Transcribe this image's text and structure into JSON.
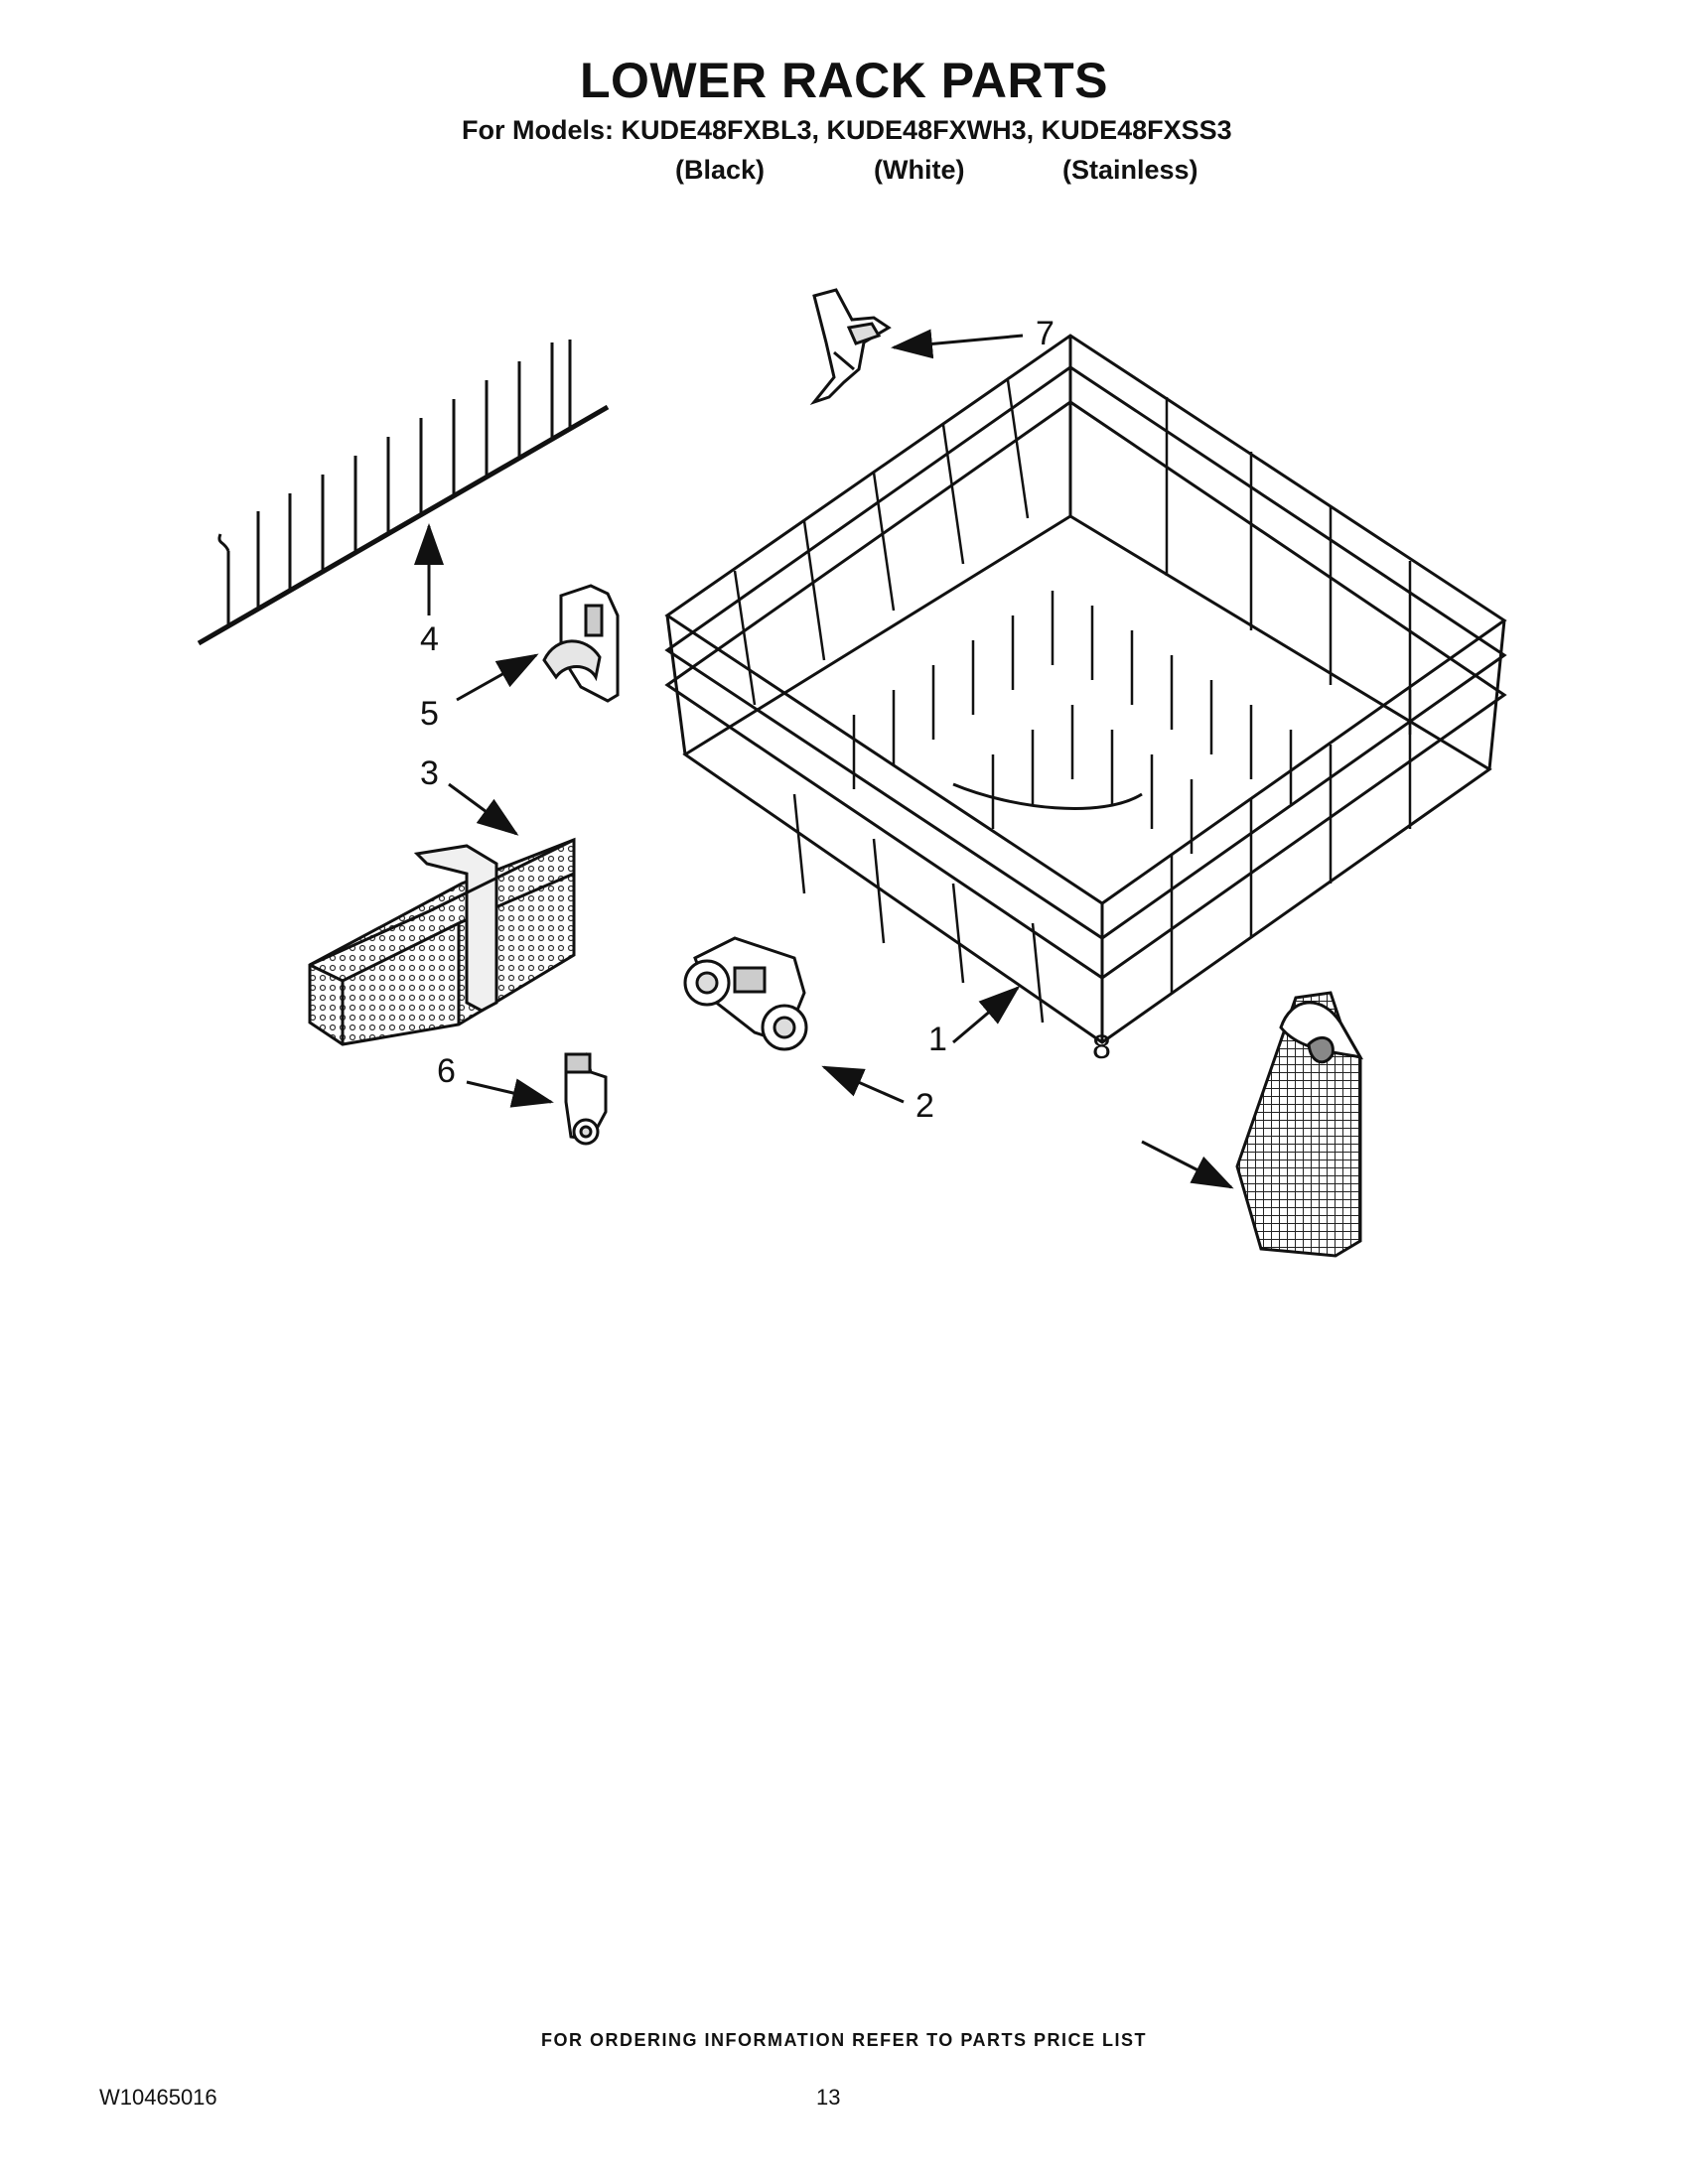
{
  "header": {
    "title": "LOWER RACK PARTS",
    "models_line": "For Models: KUDE48FXBL3, KUDE48FXWH3, KUDE48FXSS3",
    "variants": [
      "(Black)",
      "(White)",
      "(Stainless)"
    ]
  },
  "diagram": {
    "callouts": [
      "1",
      "2",
      "3",
      "4",
      "5",
      "6",
      "7",
      "8"
    ],
    "parts": [
      "rack-wire-frame",
      "wheel-assembly",
      "silverware-basket",
      "tine-row",
      "tine-clip",
      "small-wheel",
      "stop-clip",
      "small-basket"
    ]
  },
  "footer": {
    "ordering_note": "FOR ORDERING INFORMATION REFER TO PARTS PRICE LIST",
    "doc_number": "W10465016",
    "page_number": "13"
  },
  "colors": {
    "ink": "#111111",
    "paper": "#ffffff"
  }
}
